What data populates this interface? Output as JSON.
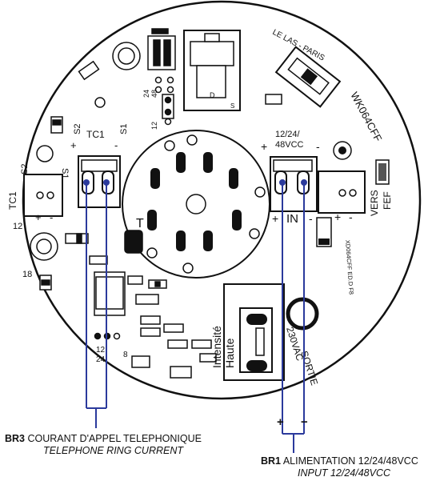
{
  "board": {
    "maker": "LE LAS - PARIS",
    "model": "WK064CFF",
    "model_rev": "XD064CFF ED.D F8",
    "j_24": "24",
    "j_48": "48",
    "j_12": "12",
    "tc1_top": "TC1",
    "s2_top": "S2",
    "s1_top": "S1",
    "tc1_left": "TC1",
    "s2_left": "S2",
    "s1_left": "S1",
    "plus": "+",
    "minus": "-",
    "num_12": "12",
    "num_18": "18",
    "in_voltage_line1": "12/24/",
    "in_voltage_line2": "48VCC",
    "in_label": "IN",
    "vers": "VERS",
    "fef": "FEF",
    "t_label": "T",
    "intensite": "Intensité",
    "haute": "Haute",
    "v230": "230VAC",
    "sortie": "SORTIE",
    "j12b": "12",
    "j24b": "24",
    "r8": "8",
    "d_label": "D",
    "s_label": "S"
  },
  "callouts": {
    "br3": {
      "code": "BR3",
      "fr": "COURANT D'APPEL TELEPHONIQUE",
      "en": "TELEPHONE RING CURRENT"
    },
    "br1": {
      "code": "BR1",
      "fr": "ALIMENTATION 12/24/48VCC",
      "en": "INPUT 12/24/48VCC",
      "plus": "+",
      "minus": "−"
    }
  },
  "colors": {
    "wire": "#2b3a9c",
    "ink": "#111111"
  }
}
